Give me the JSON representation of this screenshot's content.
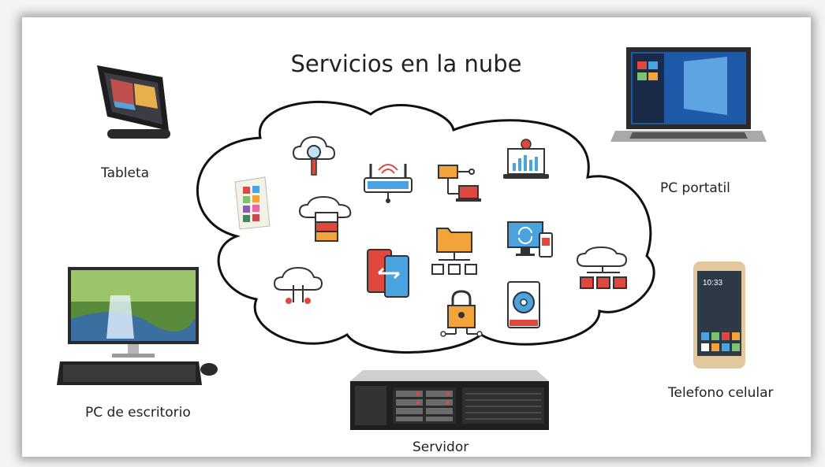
{
  "diagram": {
    "title": "Servicios en la nube",
    "devices": {
      "tablet": "Tableta",
      "laptop": "PC portatil",
      "desktop": "PC de escritorio",
      "phone": "Telefono celular",
      "server": "Servidor"
    }
  },
  "colors": {
    "accent_red": "#e0483d",
    "accent_orange": "#f2a33a",
    "accent_blue": "#4aa3df",
    "outline": "#333333"
  }
}
